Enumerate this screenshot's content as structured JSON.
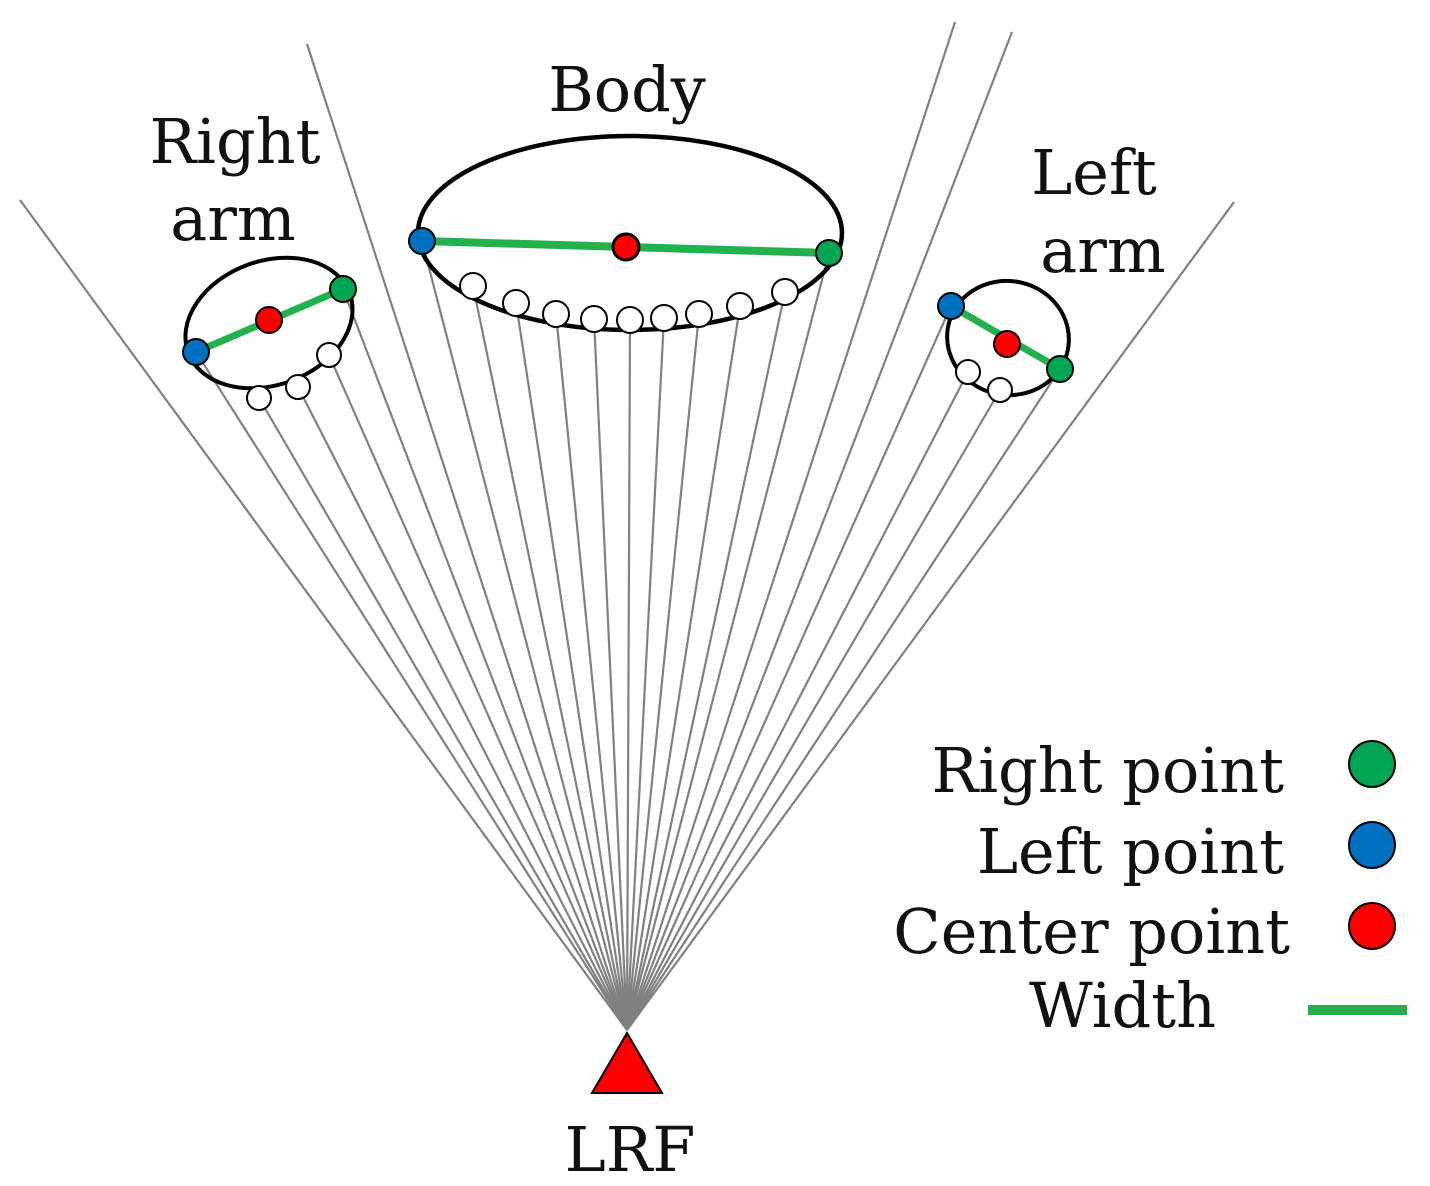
{
  "labels": {
    "body": "Body",
    "right_arm_line1": "Right",
    "right_arm_line2": "arm",
    "left_arm_line1": "Left",
    "left_arm_line2": "arm",
    "sensor": "LRF"
  },
  "legend": {
    "right_point": "Right point",
    "left_point": "Left point",
    "center_point": "Center point",
    "width": "Width"
  },
  "colors": {
    "right_point": "#00a651",
    "left_point": "#0070c0",
    "center_point": "#ff0000",
    "width_line": "#22b14c",
    "scan_rays": "#808080",
    "outline": "#000000",
    "sensor": "#ff0000"
  }
}
